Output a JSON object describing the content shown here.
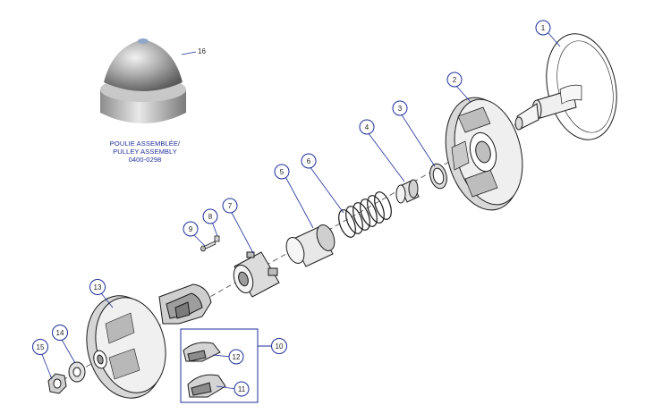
{
  "assembly": {
    "caption_line1": "POULIE ASSEMBLÉE/",
    "caption_line2": "PULLEY ASSEMBLY",
    "caption_line3": "0400-0298"
  },
  "callouts": {
    "c1": "1",
    "c2": "2",
    "c3": "3",
    "c4": "4",
    "c5": "5",
    "c6": "6",
    "c7": "7",
    "c8": "8",
    "c9": "9",
    "c10": "10",
    "c11": "11",
    "c12": "12",
    "c13": "13",
    "c14": "14",
    "c15": "15",
    "c16": "16"
  },
  "colors": {
    "callout_ring": "#1f2f9a",
    "leader_line": "#1f2f9a",
    "part_line": "#1a1a1a",
    "caption": "#1f2f9a"
  }
}
